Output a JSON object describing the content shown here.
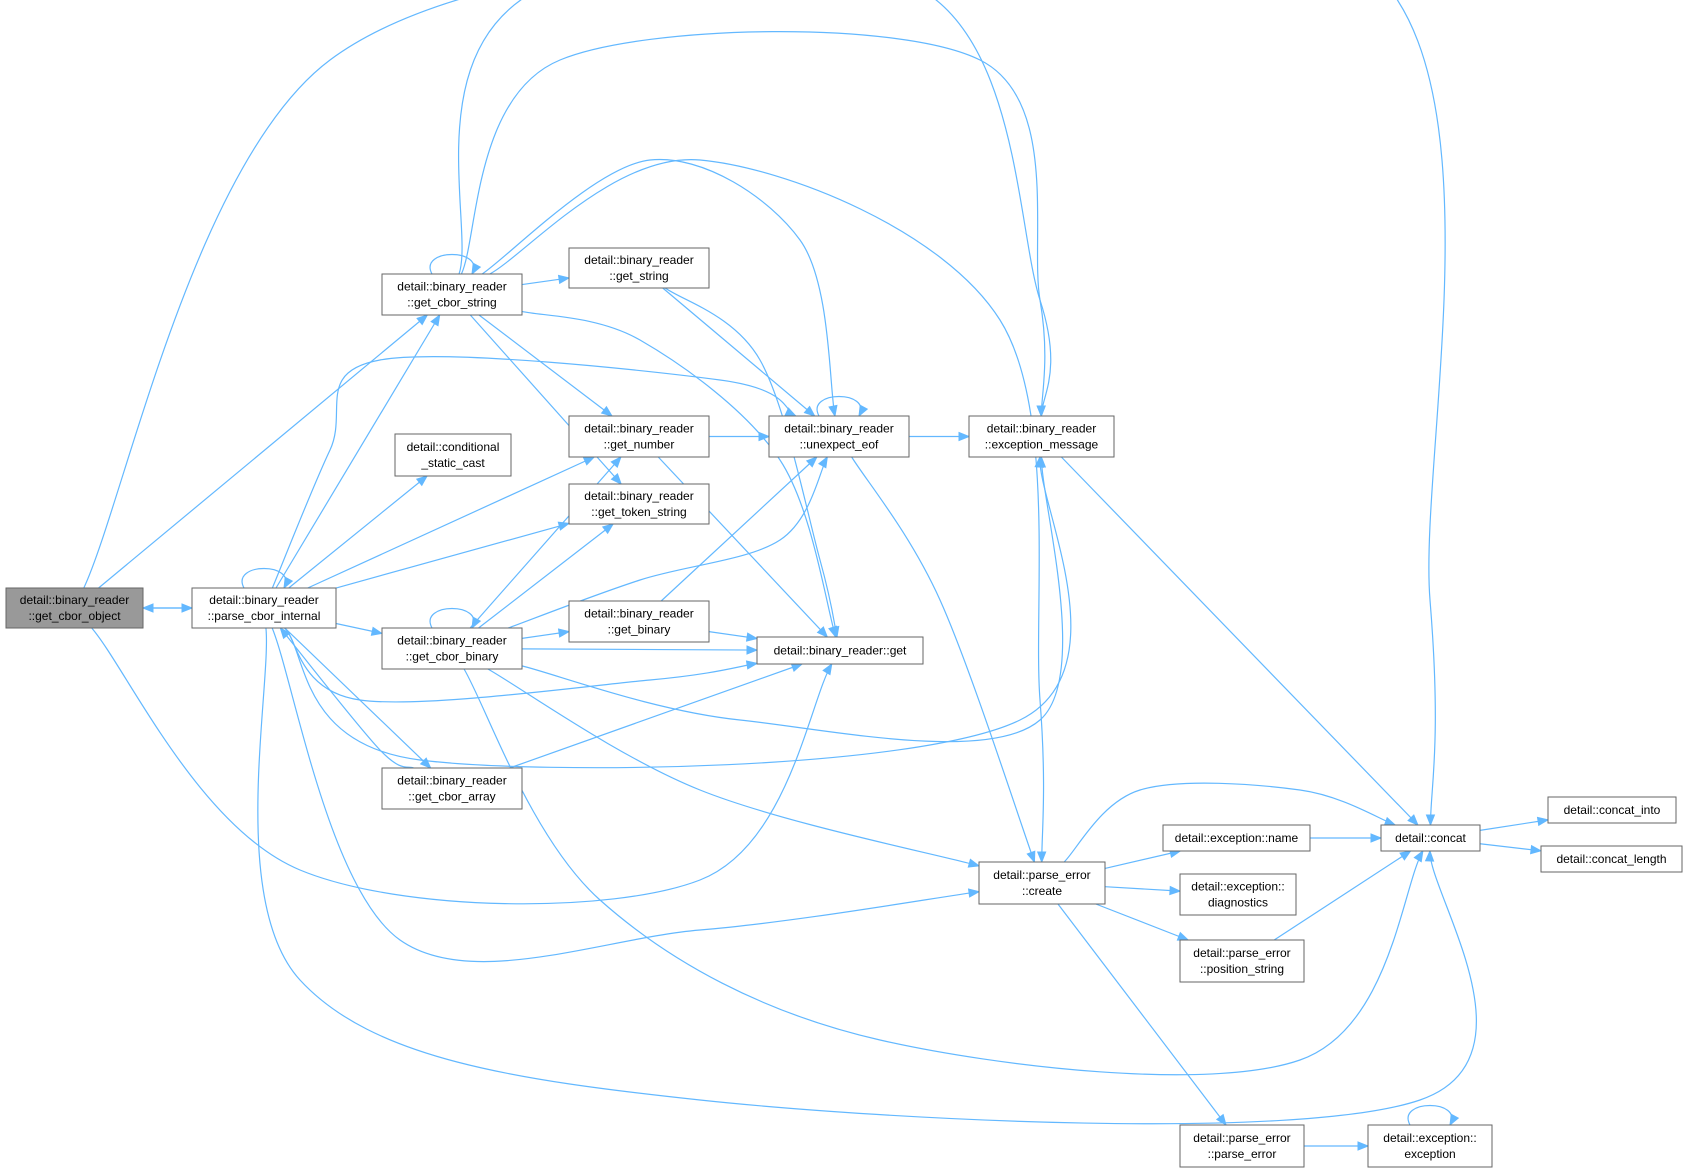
{
  "nodes": [
    {
      "id": "get_cbor_object",
      "lines": [
        "detail::binary_reader",
        "::get_cbor_object"
      ],
      "root": true
    },
    {
      "id": "parse_cbor_internal",
      "lines": [
        "detail::binary_reader",
        "::parse_cbor_internal"
      ]
    },
    {
      "id": "get_cbor_string",
      "lines": [
        "detail::binary_reader",
        "::get_cbor_string"
      ]
    },
    {
      "id": "conditional_static_cast",
      "lines": [
        "detail::conditional",
        "_static_cast"
      ]
    },
    {
      "id": "get_cbor_binary",
      "lines": [
        "detail::binary_reader",
        "::get_cbor_binary"
      ]
    },
    {
      "id": "get_cbor_array",
      "lines": [
        "detail::binary_reader",
        "::get_cbor_array"
      ]
    },
    {
      "id": "get_string",
      "lines": [
        "detail::binary_reader",
        "::get_string"
      ]
    },
    {
      "id": "get_number",
      "lines": [
        "detail::binary_reader",
        "::get_number"
      ]
    },
    {
      "id": "get_token_string",
      "lines": [
        "detail::binary_reader",
        "::get_token_string"
      ]
    },
    {
      "id": "get_binary",
      "lines": [
        "detail::binary_reader",
        "::get_binary"
      ]
    },
    {
      "id": "get",
      "lines": [
        "detail::binary_reader::get"
      ]
    },
    {
      "id": "unexpect_eof",
      "lines": [
        "detail::binary_reader",
        "::unexpect_eof"
      ]
    },
    {
      "id": "exception_message",
      "lines": [
        "detail::binary_reader",
        "::exception_message"
      ]
    },
    {
      "id": "parse_error_create",
      "lines": [
        "detail::parse_error",
        "::create"
      ]
    },
    {
      "id": "exception_name",
      "lines": [
        "detail::exception::name"
      ]
    },
    {
      "id": "exception_diagnostics",
      "lines": [
        "detail::exception::",
        "diagnostics"
      ]
    },
    {
      "id": "position_string",
      "lines": [
        "detail::parse_error",
        "::position_string"
      ]
    },
    {
      "id": "parse_error_ctor",
      "lines": [
        "detail::parse_error",
        "::parse_error"
      ]
    },
    {
      "id": "exception_ctor",
      "lines": [
        "detail::exception::",
        "exception"
      ]
    },
    {
      "id": "concat",
      "lines": [
        "detail::concat"
      ]
    },
    {
      "id": "concat_into",
      "lines": [
        "detail::concat_into"
      ]
    },
    {
      "id": "concat_length",
      "lines": [
        "detail::concat_length"
      ]
    }
  ],
  "edges": [
    {
      "from": "get_cbor_object",
      "to": "parse_cbor_internal"
    },
    {
      "from": "get_cbor_object",
      "to": "get_cbor_string"
    },
    {
      "from": "get_cbor_object",
      "to": "exception_message"
    },
    {
      "from": "get_cbor_object",
      "to": "get"
    },
    {
      "from": "parse_cbor_internal",
      "to": "get_cbor_object"
    },
    {
      "from": "parse_cbor_internal",
      "to": "parse_cbor_internal"
    },
    {
      "from": "parse_cbor_internal",
      "to": "get_cbor_string"
    },
    {
      "from": "parse_cbor_internal",
      "to": "conditional_static_cast"
    },
    {
      "from": "parse_cbor_internal",
      "to": "get_cbor_binary"
    },
    {
      "from": "parse_cbor_internal",
      "to": "get_cbor_array"
    },
    {
      "from": "parse_cbor_internal",
      "to": "get_number"
    },
    {
      "from": "parse_cbor_internal",
      "to": "get_token_string"
    },
    {
      "from": "parse_cbor_internal",
      "to": "unexpect_eof"
    },
    {
      "from": "parse_cbor_internal",
      "to": "get"
    },
    {
      "from": "parse_cbor_internal",
      "to": "exception_message"
    },
    {
      "from": "parse_cbor_internal",
      "to": "parse_error_create"
    },
    {
      "from": "parse_cbor_internal",
      "to": "concat"
    },
    {
      "from": "get_cbor_string",
      "to": "get_cbor_string"
    },
    {
      "from": "get_cbor_string",
      "to": "get_string"
    },
    {
      "from": "get_cbor_string",
      "to": "get_number"
    },
    {
      "from": "get_cbor_string",
      "to": "get_token_string"
    },
    {
      "from": "get_cbor_string",
      "to": "unexpect_eof"
    },
    {
      "from": "get_cbor_string",
      "to": "get"
    },
    {
      "from": "get_cbor_string",
      "to": "exception_message"
    },
    {
      "from": "get_cbor_string",
      "to": "parse_error_create"
    },
    {
      "from": "get_cbor_string",
      "to": "concat"
    },
    {
      "from": "get_cbor_binary",
      "to": "get_cbor_binary"
    },
    {
      "from": "get_cbor_binary",
      "to": "get_binary"
    },
    {
      "from": "get_cbor_binary",
      "to": "get_number"
    },
    {
      "from": "get_cbor_binary",
      "to": "get_token_string"
    },
    {
      "from": "get_cbor_binary",
      "to": "unexpect_eof"
    },
    {
      "from": "get_cbor_binary",
      "to": "get"
    },
    {
      "from": "get_cbor_binary",
      "to": "exception_message"
    },
    {
      "from": "get_cbor_binary",
      "to": "parse_error_create"
    },
    {
      "from": "get_cbor_binary",
      "to": "concat"
    },
    {
      "from": "get_cbor_array",
      "to": "parse_cbor_internal"
    },
    {
      "from": "get_cbor_array",
      "to": "get"
    },
    {
      "from": "get_string",
      "to": "unexpect_eof"
    },
    {
      "from": "get_string",
      "to": "get"
    },
    {
      "from": "get_number",
      "to": "unexpect_eof"
    },
    {
      "from": "get_number",
      "to": "get"
    },
    {
      "from": "get_binary",
      "to": "unexpect_eof"
    },
    {
      "from": "get_binary",
      "to": "get"
    },
    {
      "from": "unexpect_eof",
      "to": "unexpect_eof"
    },
    {
      "from": "unexpect_eof",
      "to": "exception_message"
    },
    {
      "from": "unexpect_eof",
      "to": "parse_error_create"
    },
    {
      "from": "exception_message",
      "to": "concat"
    },
    {
      "from": "parse_error_create",
      "to": "exception_name"
    },
    {
      "from": "parse_error_create",
      "to": "exception_diagnostics"
    },
    {
      "from": "parse_error_create",
      "to": "position_string"
    },
    {
      "from": "parse_error_create",
      "to": "parse_error_ctor"
    },
    {
      "from": "parse_error_create",
      "to": "concat"
    },
    {
      "from": "exception_name",
      "to": "concat"
    },
    {
      "from": "position_string",
      "to": "concat"
    },
    {
      "from": "parse_error_ctor",
      "to": "exception_ctor"
    },
    {
      "from": "exception_ctor",
      "to": "exception_ctor"
    },
    {
      "from": "concat",
      "to": "concat_into"
    },
    {
      "from": "concat",
      "to": "concat_length"
    }
  ],
  "colors": {
    "edge": "#63b8ff",
    "node_border": "#666666",
    "root_fill": "#999999",
    "node_fill": "#ffffff"
  }
}
